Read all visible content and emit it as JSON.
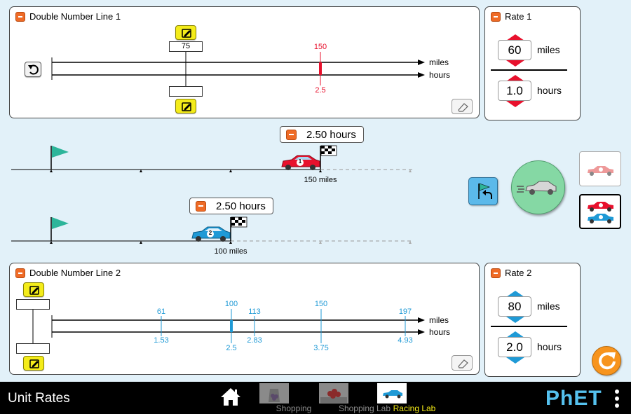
{
  "double_number_line_1": {
    "title": "Double Number Line 1",
    "top_unit": "miles",
    "bottom_unit": "hours",
    "editable_top_value": "75",
    "editable_bottom_value": "",
    "marker": {
      "top": "150",
      "bottom": "2.5",
      "color": "#e8112d"
    }
  },
  "rate_1": {
    "title": "Rate 1",
    "miles": "60",
    "miles_unit": "miles",
    "hours": "1.0",
    "hours_unit": "hours",
    "spinner_color": "#e8112d"
  },
  "race_1": {
    "timer": "2.50 hours",
    "distance_label": "150 miles",
    "car_number": "1",
    "car_color": "#e8112d"
  },
  "race_2": {
    "timer": "2.50 hours",
    "distance_label": "100 miles",
    "car_number": "2",
    "car_color": "#1f9ad6"
  },
  "double_number_line_2": {
    "title": "Double Number Line 2",
    "top_unit": "miles",
    "bottom_unit": "hours",
    "editable_top_value": "",
    "editable_bottom_value": "",
    "markers": [
      {
        "top": "61",
        "bottom": "1.53"
      },
      {
        "top": "100",
        "bottom": "2.5"
      },
      {
        "top": "113",
        "bottom": "2.83"
      },
      {
        "top": "150",
        "bottom": "3.75"
      },
      {
        "top": "197",
        "bottom": "4.93"
      }
    ],
    "marker_color": "#1f9ad6"
  },
  "rate_2": {
    "title": "Rate 2",
    "miles": "80",
    "miles_unit": "miles",
    "hours": "2.0",
    "hours_unit": "hours",
    "spinner_color": "#1f9ad6"
  },
  "nav": {
    "app_title": "Unit Rates",
    "tabs": [
      {
        "label": "Shopping",
        "active": false
      },
      {
        "label": "Shopping Lab",
        "active": false
      },
      {
        "label": "Racing Lab",
        "active": true
      }
    ],
    "brand": "PhET"
  },
  "colors": {
    "accent": "#ef6b26",
    "go_button": "#85d8a4",
    "reset_button": "#f7941d",
    "background": "#e2f1f9"
  }
}
